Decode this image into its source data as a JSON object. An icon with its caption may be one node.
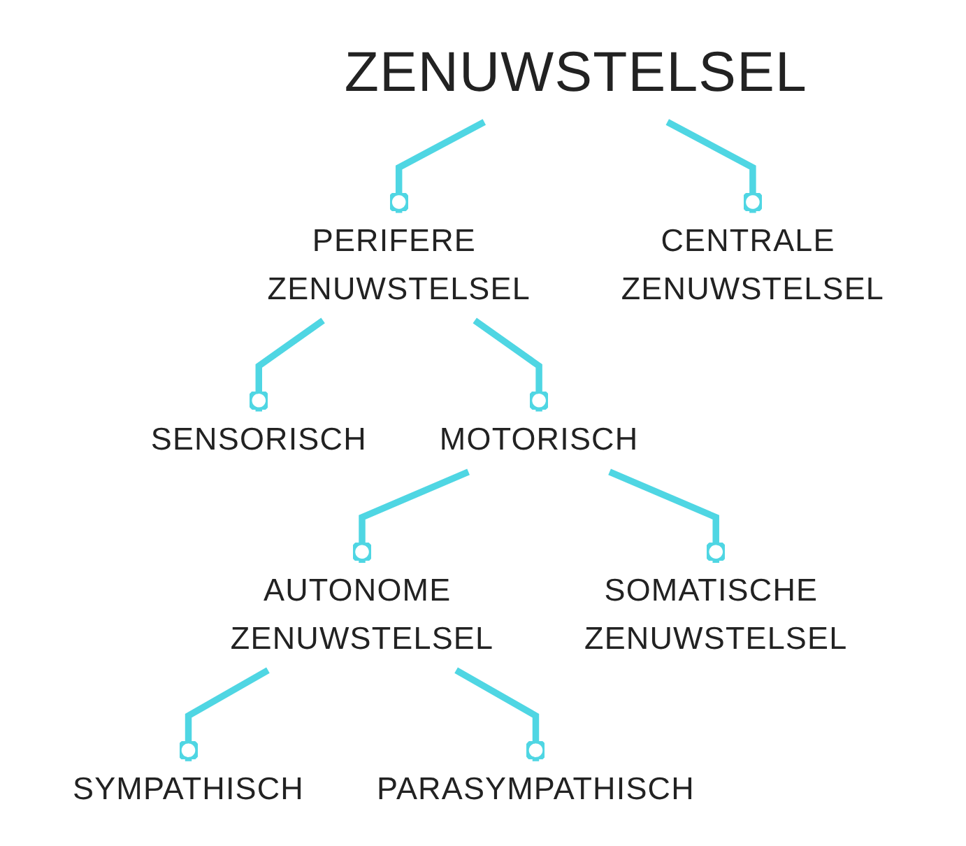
{
  "diagram": {
    "nodes": [
      {
        "text": [
          "ZENUWSTELSEL"
        ]
      },
      {
        "text": [
          "PERIFERE ZENUWSTELSEL"
        ]
      },
      {
        "text": [
          "CENTRALE ZENUWSTELSEL"
        ]
      },
      {
        "text": [
          "SENSORISCH"
        ]
      },
      {
        "text": [
          "MOTORISCH"
        ]
      },
      {
        "text": [
          "AUTONOME ZENUWSTELSEL"
        ]
      },
      {
        "text": [
          "SOMATISCHE ZENUWSTELSEL"
        ]
      },
      {
        "text": [
          "SYMPATHISCH"
        ]
      },
      {
        "text": [
          "PARASYMPATHISCH"
        ]
      }
    ],
    "edges": [
      {
        "from": 0,
        "to": 1,
        "arrow": "other"
      },
      {
        "from": 0,
        "to": 2,
        "arrow": "other"
      },
      {
        "from": 1,
        "to": 3,
        "arrow": "other"
      },
      {
        "from": 1,
        "to": 4,
        "arrow": "other"
      },
      {
        "from": 4,
        "to": 5,
        "arrow": "other"
      },
      {
        "from": 4,
        "to": 6,
        "arrow": "other"
      },
      {
        "from": 5,
        "to": 7,
        "arrow": "other"
      },
      {
        "from": 5,
        "to": 8,
        "arrow": "other"
      }
    ]
  }
}
